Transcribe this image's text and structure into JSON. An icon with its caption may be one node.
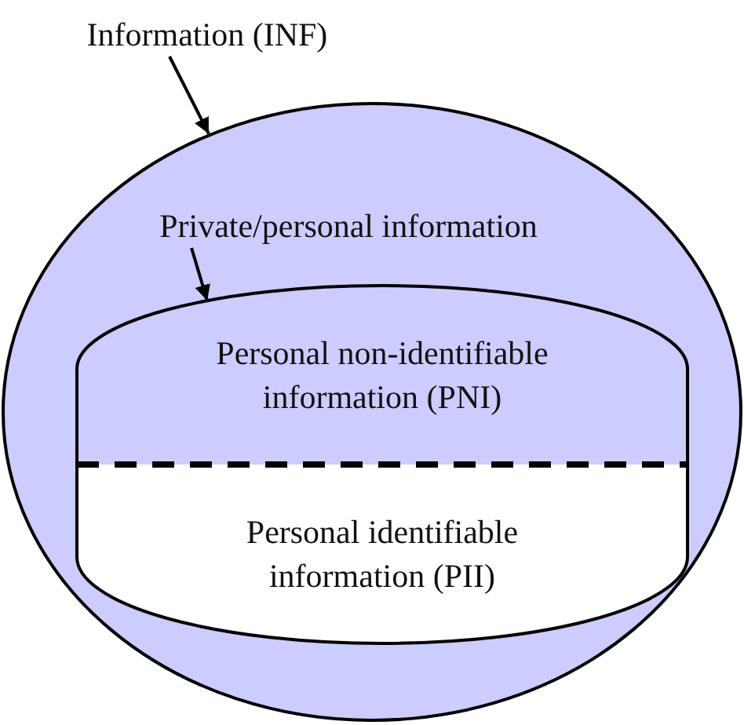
{
  "diagram": {
    "nodes": [
      {
        "text": [
          "Information (INF)"
        ]
      },
      {
        "text": [],
        "shape": "circle"
      },
      {
        "text": [
          "Private/personal information"
        ],
        "in": 1
      },
      {
        "text": [],
        "shape": "box",
        "in": 1
      },
      {
        "text": [
          "Personal non-identifiable information (PNI)"
        ],
        "in": 3
      },
      {
        "text": [
          "Personal identifiable information (PII)"
        ],
        "in": 3
      }
    ],
    "edges": [
      {
        "from": 0,
        "to": 1,
        "arrow": "to"
      },
      {
        "from": 2,
        "to": 3,
        "arrow": "to"
      }
    ]
  }
}
